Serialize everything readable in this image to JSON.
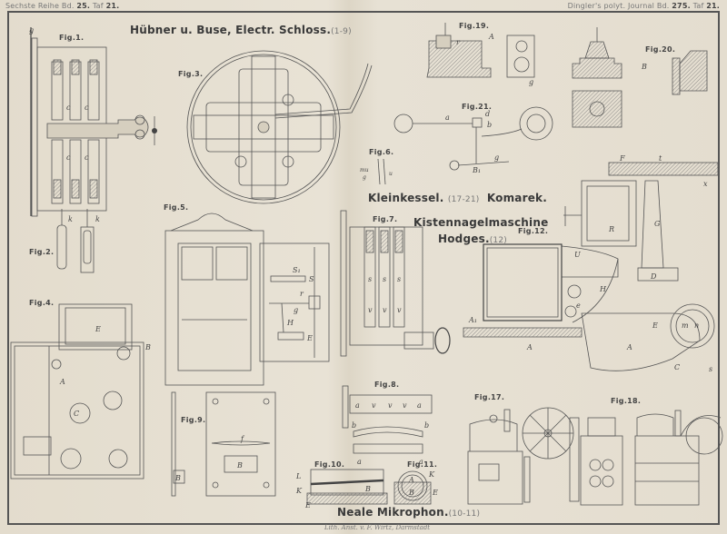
{
  "header": {
    "left": {
      "series": "Sechste Reihe Bd.",
      "volume": "25.",
      "plate_prefix": "Taf",
      "plate": "21."
    },
    "right": {
      "journal": "Dingler's polyt. Journal Bd.",
      "volume": "275.",
      "plate_prefix": "Taf",
      "plate": "21."
    }
  },
  "titles": {
    "huebner": {
      "text": "Hübner u. Buse, Electr. Schloss.",
      "range": "(1-9)"
    },
    "kleinkessel": {
      "text": "Kleinkessel.",
      "range": "(17-21)",
      "author": "Komarek."
    },
    "kistennagel": {
      "line1": "Kistennagelmaschine",
      "line2": "Hodges.",
      "range": "(12)"
    },
    "neale": {
      "text": "Neale Mikrophon.",
      "range": "(10-11)"
    }
  },
  "figures": {
    "fig1": "Fig.1.",
    "fig2": "Fig.2.",
    "fig3": "Fig.3.",
    "fig4": "Fig.4.",
    "fig5": "Fig.5.",
    "fig6": "Fig.6.",
    "fig7": "Fig.7.",
    "fig8": "Fig.8.",
    "fig9": "Fig.9.",
    "fig10": "Fig.10.",
    "fig11": "Fig.11.",
    "fig12": "Fig.12.",
    "fig17": "Fig.17.",
    "fig18": "Fig.18.",
    "fig19": "Fig.19.",
    "fig20": "Fig.20.",
    "fig21": "Fig.21."
  },
  "letters": {
    "g": "g",
    "c": "c",
    "k": "k",
    "E": "E",
    "A": "A",
    "B": "B",
    "C": "C",
    "S": "S",
    "S1": "S₁",
    "H": "H",
    "r": "r",
    "a": "a",
    "b": "b",
    "d": "d",
    "v": "v",
    "s": "s",
    "f": "f",
    "L": "L",
    "K": "K",
    "R": "R",
    "U": "U",
    "G": "G",
    "D": "D",
    "F": "F",
    "t": "t",
    "x": "x",
    "A1": "A₁",
    "e": "e",
    "m": "m",
    "n": "n",
    "mu": "mu",
    "u": "u",
    "B1": "B₁"
  },
  "imprint": "Lith. Anst. v. F. Wirtz, Darmstadt"
}
